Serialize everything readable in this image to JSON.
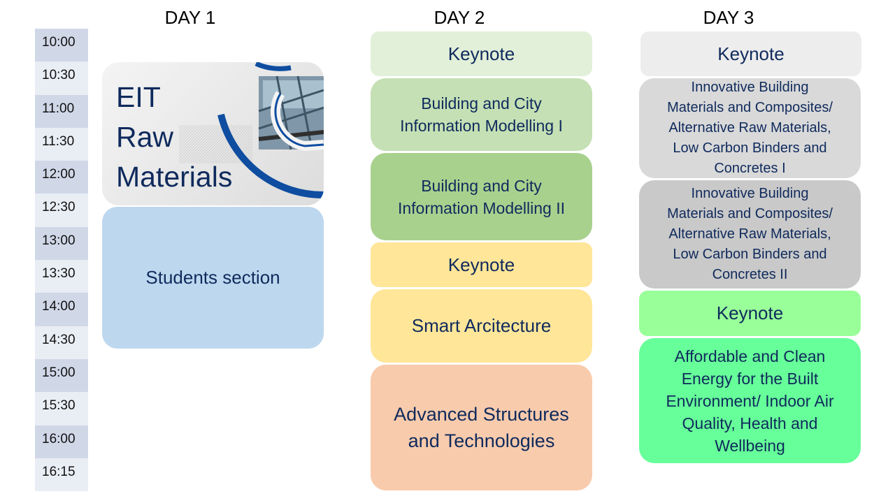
{
  "days": [
    "DAY 1",
    "DAY 2",
    "DAY 3"
  ],
  "times": [
    "10:00",
    "10:30",
    "11:00",
    "11:30",
    "12:00",
    "12:30",
    "13:00",
    "13:30",
    "14:00",
    "14:30",
    "15:00",
    "15:30",
    "16:00",
    "16:15"
  ],
  "day1": {
    "logo_lines": [
      "EIT",
      "Raw",
      "Materials"
    ],
    "students": "Students section"
  },
  "day2": {
    "keynote1": "Keynote",
    "bcim1_lines": [
      "Building and City",
      "Information Modelling I"
    ],
    "bcim2_lines": [
      "Building and City",
      "Information Modelling II"
    ],
    "keynote2": "Keynote",
    "smart": "Smart Arcitecture",
    "advanced_lines": [
      "Advanced Structures",
      "and Technologies"
    ]
  },
  "day3": {
    "keynote1": "Keynote",
    "innov1_lines": [
      "Innovative Building",
      "Materials and Composites/",
      "Alternative Raw Materials,",
      "Low Carbon Binders and",
      "Concretes I"
    ],
    "innov2_lines": [
      "Innovative Building",
      "Materials and Composites/",
      "Alternative Raw Materials,",
      "Low Carbon Binders and",
      "Concretes II"
    ],
    "keynote2": "Keynote",
    "energy_lines": [
      "Affordable and Clean",
      "Energy for the Built",
      "Environment/ Indoor Air",
      "Quality, Health and",
      "Wellbeing"
    ]
  },
  "colors": {
    "text": "#0f2a5c",
    "students": "#bdd7ee",
    "d2_keynote1": "#e2f0d9",
    "d2_bcim1": "#c5e0b4",
    "d2_bcim2": "#a9d18e",
    "d2_yellow": "#ffe699",
    "d2_advanced": "#f8cbad",
    "d3_keynote1": "#ededed",
    "d3_innov1": "#d9d9d9",
    "d3_innov2": "#c9c9c9",
    "d3_keynote2": "#99ff99",
    "d3_energy": "#66ff99"
  }
}
